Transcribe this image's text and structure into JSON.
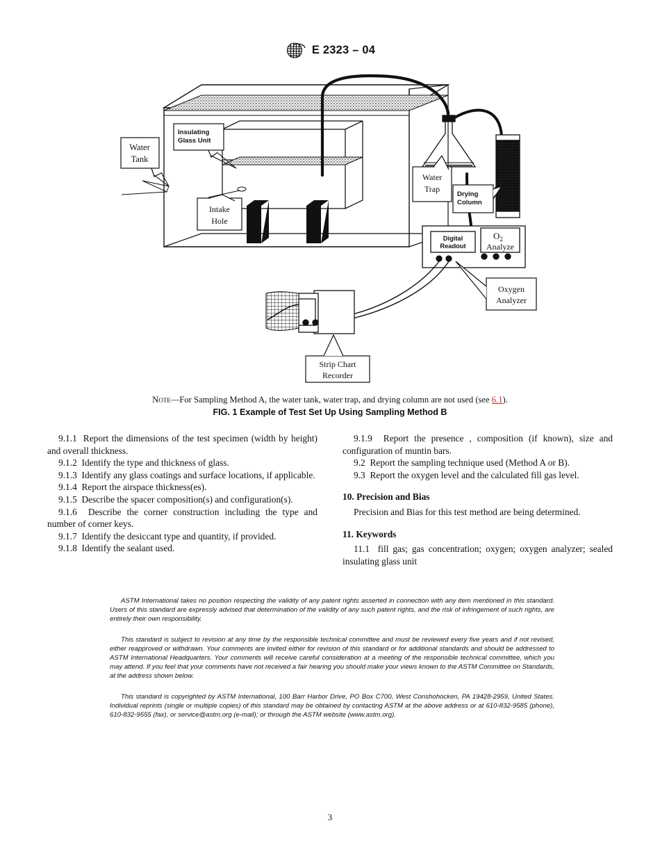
{
  "header": {
    "logo_icon": "astm-logo-icon",
    "designation": "E 2323 – 04"
  },
  "figure": {
    "labels": {
      "water_tank": "Water\nTank",
      "water_tank_line1": "Water",
      "water_tank_line2": "Tank",
      "insulating_glass_unit_line1": "Insulating",
      "insulating_glass_unit_line2": "Glass Unit",
      "intake_hole_line1": "Intake",
      "intake_hole_line2": "Hole",
      "water_trap_line1": "Water",
      "water_trap_line2": "Trap",
      "drying_column_line1": "Drying",
      "drying_column_line2": "Column",
      "digital_readout_line1": "Digital",
      "digital_readout_line2": "Readout",
      "o2_analyze_line1": "O",
      "o2_analyze_sub": "2",
      "o2_analyze_line2": "Analyze",
      "oxygen_analyzer_line1": "Oxygen",
      "oxygen_analyzer_line2": "Analyzer",
      "strip_chart_recorder_line1": "Strip Chart",
      "strip_chart_recorder_line2": "Recorder"
    },
    "note_label": "Note",
    "note_text_before": "—For Sampling Method A, the water tank, water trap, and drying column are not used (see ",
    "note_link": "6.1",
    "note_text_after": ").",
    "caption": "FIG. 1 Example of Test Set Up Using Sampling Method B"
  },
  "body": {
    "left_column": [
      {
        "number": "9.1.1",
        "text": "Report the dimensions of the test specimen (width by height) and overall thickness."
      },
      {
        "number": "9.1.2",
        "text": "Identify the type and thickness of glass."
      },
      {
        "number": "9.1.3",
        "text": "Identify any glass coatings and surface locations, if applicable."
      },
      {
        "number": "9.1.4",
        "text": "Report the airspace thickness(es)."
      },
      {
        "number": "9.1.5",
        "text": "Describe the spacer composition(s) and configuration(s)."
      },
      {
        "number": "9.1.6",
        "text": "Describe the corner construction including the type and number of corner keys."
      },
      {
        "number": "9.1.7",
        "text": "Identify the desiccant type and quantity, if provided."
      },
      {
        "number": "9.1.8",
        "text": "Identify the sealant used."
      }
    ],
    "right_column": [
      {
        "number": "9.1.9",
        "text": "Report the presence , composition (if known), size and configuration of muntin bars."
      },
      {
        "number": "9.2",
        "text": "Report the sampling technique used (Method A or B)."
      },
      {
        "number": "9.3",
        "text": "Report the oxygen level and the calculated fill gas level."
      }
    ],
    "section_10_heading": "10.  Precision and Bias",
    "section_10_text": "Precision and Bias for this test method are being determined.",
    "section_11_heading": "11.  Keywords",
    "section_11_number": "11.1",
    "section_11_text": "fill gas; gas concentration; oxygen; oxygen analyzer; sealed insulating glass unit"
  },
  "legal": {
    "paragraph_1": "ASTM International takes no position respecting the validity of any patent rights asserted in connection with any item mentioned in this standard. Users of this standard are expressly advised that determination of the validity of any such patent rights, and the risk of infringement of such rights, are entirely their own responsibility.",
    "paragraph_2": "This standard is subject to revision at any time by the responsible technical committee and must be reviewed every five years and if not revised, either reapproved or withdrawn. Your comments are invited either for revision of this standard or for additional standards and should be addressed to ASTM International Headquarters. Your comments will receive careful consideration at a meeting of the responsible technical committee, which you may attend. If you feel that your comments have not received a fair hearing you should make your views known to the ASTM Committee on Standards, at the address shown below.",
    "paragraph_3": "This standard is copyrighted by ASTM International, 100 Barr Harbor Drive, PO Box C700, West Conshohocken, PA 19428-2959, United States. Individual reprints (single or multiple copies) of this standard may be obtained by contacting ASTM at the above address or at 610-832-9585 (phone), 610-832-9555 (fax), or service@astm.org (e-mail); or through the ASTM website (www.astm.org)."
  },
  "page_number": "3",
  "colors": {
    "text": "#111111",
    "link": "#b03030",
    "page_background": "#ffffff"
  }
}
